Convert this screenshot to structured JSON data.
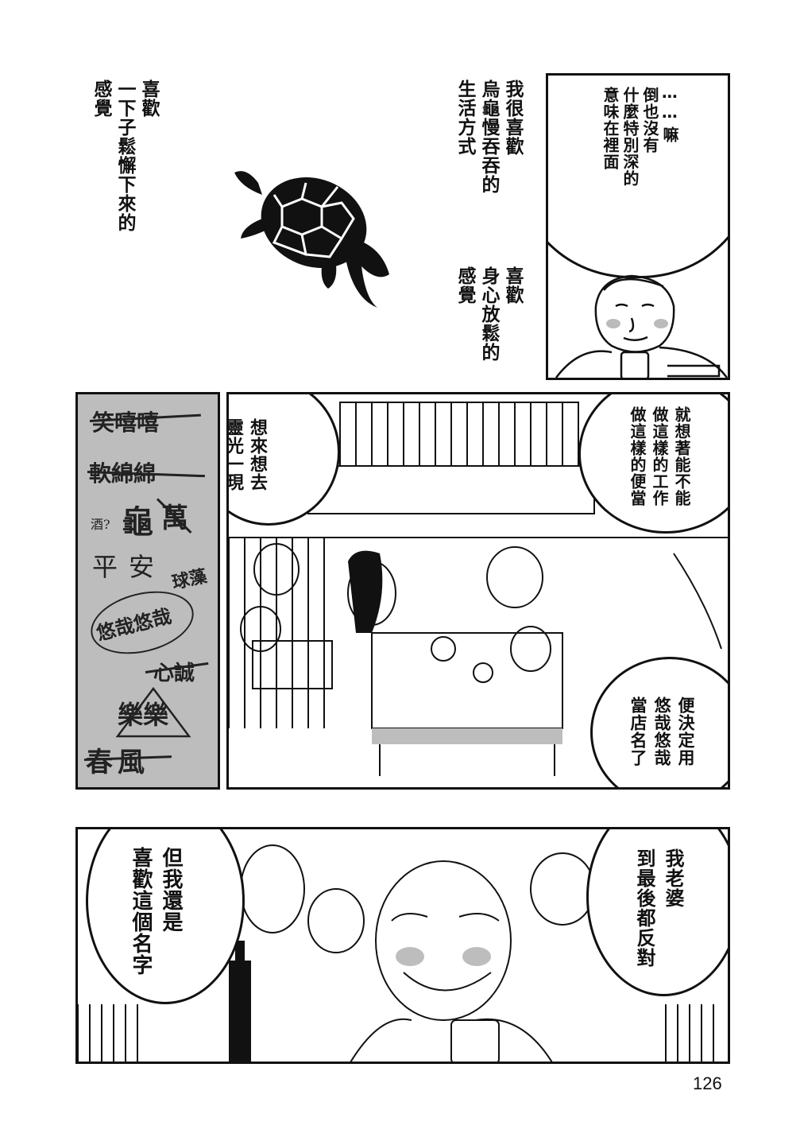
{
  "top": {
    "left_text": "喜歡\n一下子鬆懈下來的\n感覺",
    "center_text_1": "我很喜歡\n烏龜慢吞吞的\n生活方式",
    "center_text_2": "喜歡\n身心放鬆的\n感覺",
    "bubble_text": "⋯⋯嘛\n倒也沒有\n什麼特別深的\n意味在裡面",
    "turtle_icon": "turtle-icon"
  },
  "middle": {
    "side_words": {
      "w1": "笑嘻嘻",
      "w2": "軟綿綿",
      "w3_prefix": "酒?",
      "w3a": "龜",
      "w3b": "萬",
      "w4": "平安",
      "w5": "球藻",
      "w6": "悠哉悠哉",
      "w7": "心誠",
      "w8": "樂樂",
      "w9": "春風"
    },
    "bubble_left": "想來想去\n靈光一現",
    "bubble_right_top": "就想著能不能\n做這樣的工作\n做這樣的便當",
    "bubble_right_bottom": "便決定用\n悠哉悠哉\n當店名了"
  },
  "bottom": {
    "bubble_left": "但我還是\n喜歡這個名字",
    "bubble_right": "我老婆\n到最後都反對"
  },
  "page_number": "126",
  "colors": {
    "ink": "#111111",
    "screen_tone": "#bdbdbd",
    "paper": "#ffffff"
  }
}
